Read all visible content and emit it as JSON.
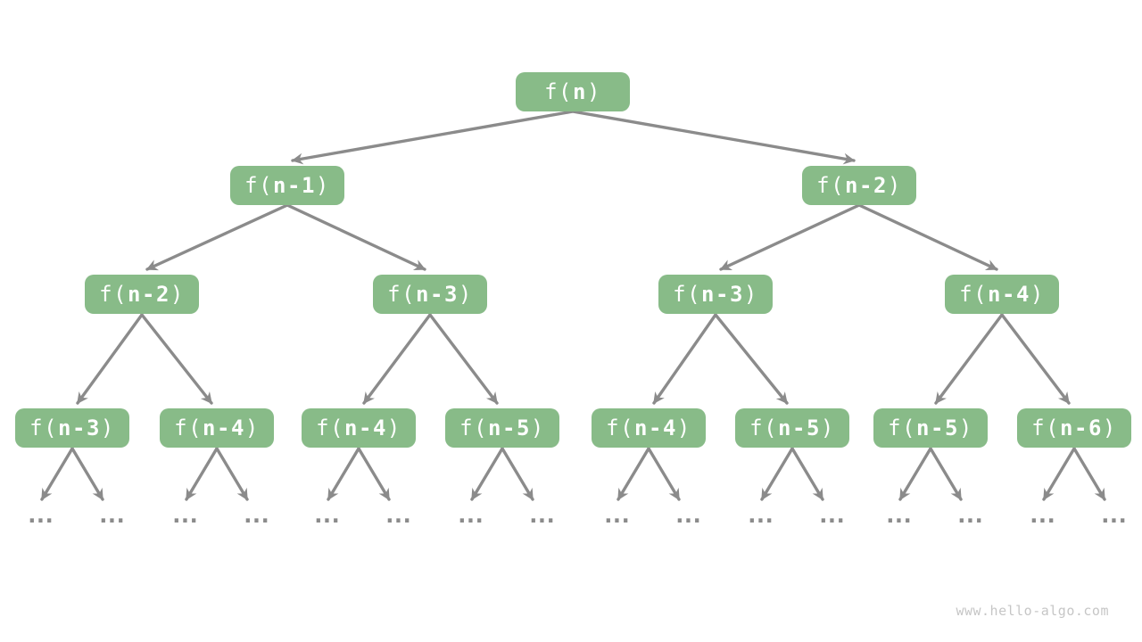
{
  "colors": {
    "node_fill": "#88BB88",
    "node_text": "#ffffff",
    "arrow": "#8b8b8b",
    "watermark": "#c6c6c6",
    "bg": "#ffffff"
  },
  "watermark": {
    "text": "www.hello-algo.com"
  },
  "tree": {
    "leaf_symbol": "...",
    "levels": [
      {
        "nodes": [
          {
            "label": "f(n)",
            "prefix": "f(",
            "arg": "n",
            "suffix": ")"
          }
        ]
      },
      {
        "nodes": [
          {
            "label": "f(n-1)",
            "prefix": "f(",
            "arg": "n-1",
            "suffix": ")"
          },
          {
            "label": "f(n-2)",
            "prefix": "f(",
            "arg": "n-2",
            "suffix": ")"
          }
        ]
      },
      {
        "nodes": [
          {
            "label": "f(n-2)",
            "prefix": "f(",
            "arg": "n-2",
            "suffix": ")"
          },
          {
            "label": "f(n-3)",
            "prefix": "f(",
            "arg": "n-3",
            "suffix": ")"
          },
          {
            "label": "f(n-3)",
            "prefix": "f(",
            "arg": "n-3",
            "suffix": ")"
          },
          {
            "label": "f(n-4)",
            "prefix": "f(",
            "arg": "n-4",
            "suffix": ")"
          }
        ]
      },
      {
        "nodes": [
          {
            "label": "f(n-3)",
            "prefix": "f(",
            "arg": "n-3",
            "suffix": ")"
          },
          {
            "label": "f(n-4)",
            "prefix": "f(",
            "arg": "n-4",
            "suffix": ")"
          },
          {
            "label": "f(n-4)",
            "prefix": "f(",
            "arg": "n-4",
            "suffix": ")"
          },
          {
            "label": "f(n-5)",
            "prefix": "f(",
            "arg": "n-5",
            "suffix": ")"
          },
          {
            "label": "f(n-4)",
            "prefix": "f(",
            "arg": "n-4",
            "suffix": ")"
          },
          {
            "label": "f(n-5)",
            "prefix": "f(",
            "arg": "n-5",
            "suffix": ")"
          },
          {
            "label": "f(n-5)",
            "prefix": "f(",
            "arg": "n-5",
            "suffix": ")"
          },
          {
            "label": "f(n-6)",
            "prefix": "f(",
            "arg": "n-6",
            "suffix": ")"
          }
        ]
      }
    ]
  }
}
